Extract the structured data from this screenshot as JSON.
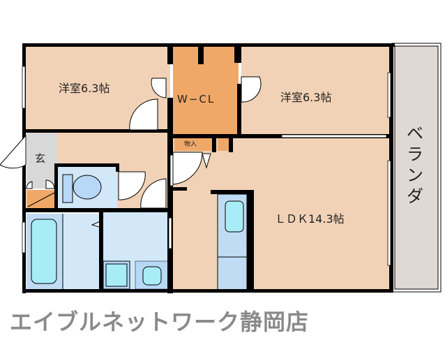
{
  "plan": {
    "rooms": [
      {
        "id": "western-room-1",
        "label": "洋室6.3帖"
      },
      {
        "id": "walk-in-closet",
        "label": "W−CL"
      },
      {
        "id": "western-room-2",
        "label": "洋室6.3帖"
      },
      {
        "id": "storage",
        "label": "物入"
      },
      {
        "id": "entrance",
        "label": "玄"
      },
      {
        "id": "ldk",
        "label": "ＬＤＫ14.3帖"
      },
      {
        "id": "balcony",
        "label": "ベランダ"
      }
    ],
    "colors": {
      "room": "#f2d2b6",
      "closet": "#f0a868",
      "entrance": "#d8d8d8",
      "water": "#d2e8f8",
      "fixture": "#a8ecf8",
      "balcony": "#e0d8d2",
      "wall": "#000000"
    }
  },
  "footer": {
    "company": "エイブルネットワーク静岡店"
  }
}
